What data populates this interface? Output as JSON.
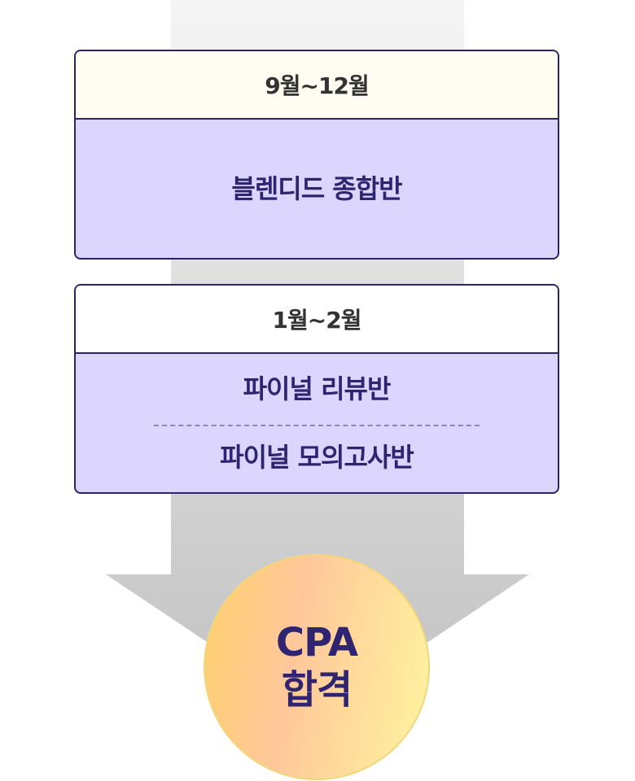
{
  "stages": [
    {
      "period": "9월~12월",
      "courses": [
        "블렌디드 종합반"
      ]
    },
    {
      "period": "1월~2월",
      "courses": [
        "파이널 리뷰반",
        "파이널 모의고사반"
      ]
    }
  ],
  "goal": {
    "line1": "CPA",
    "line2": "합격"
  },
  "colors": {
    "border": "#2c2466",
    "card_body": "#dcd6ff",
    "text_dark": "#2e2470",
    "arrow": "#c4c4c4"
  }
}
